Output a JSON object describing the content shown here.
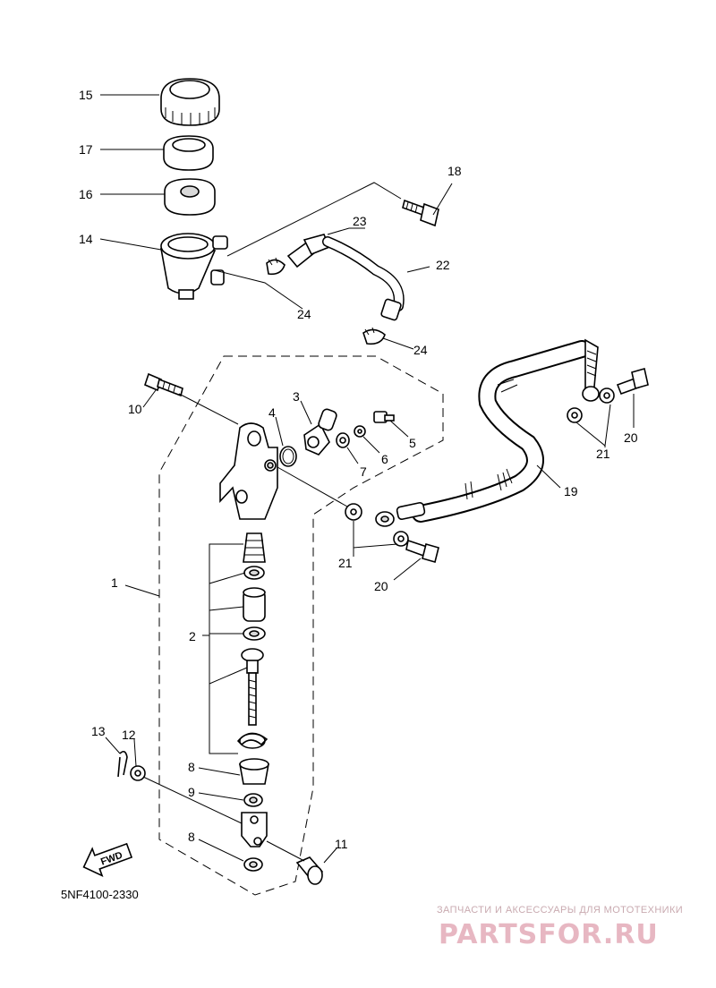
{
  "callouts": {
    "c1": "1",
    "c2": "2",
    "c3": "3",
    "c4": "4",
    "c5": "5",
    "c6": "6",
    "c7": "7",
    "c8a": "8",
    "c8b": "8",
    "c9": "9",
    "c10": "10",
    "c11": "11",
    "c12": "12",
    "c13": "13",
    "c14": "14",
    "c15": "15",
    "c16": "16",
    "c17": "17",
    "c18": "18",
    "c19": "19",
    "c20a": "20",
    "c20b": "20",
    "c21a": "21",
    "c21b": "21",
    "c22": "22",
    "c23": "23",
    "c24a": "24",
    "c24b": "24"
  },
  "diagram_code": "5NF4100-2330",
  "fwd_label": "FWD",
  "watermark": {
    "tagline": "ЗАПЧАСТИ И АКСЕССУАРЫ ДЛЯ МОТОТЕХНИКИ",
    "brand": "PARTSFOR.RU"
  }
}
